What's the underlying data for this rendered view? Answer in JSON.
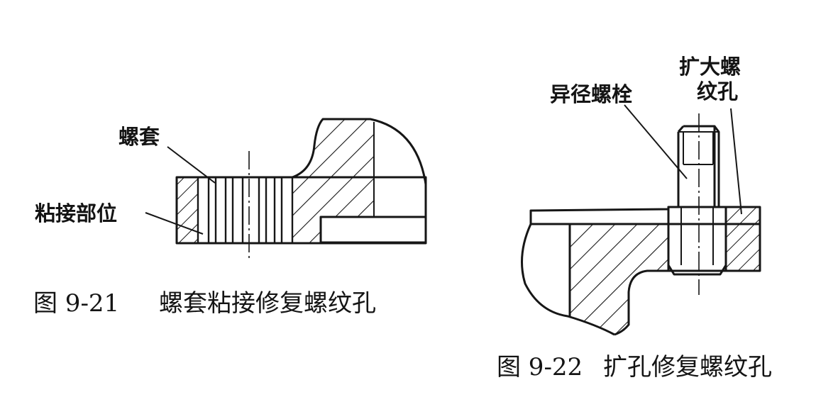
{
  "figure_9_21": {
    "label_sleeve": "螺套",
    "label_bond": "粘接部位",
    "caption_number": "图 9-21",
    "caption_title": "螺套粘接修复螺纹孔"
  },
  "figure_9_22": {
    "label_bolt": "异径螺栓",
    "label_hole_line1": "扩大螺",
    "label_hole_line2": "纹孔",
    "caption_number": "图 9-22",
    "caption_title": "扩孔修复螺纹孔"
  },
  "colors": {
    "ink": "#161616",
    "paper": "#ffffff"
  }
}
